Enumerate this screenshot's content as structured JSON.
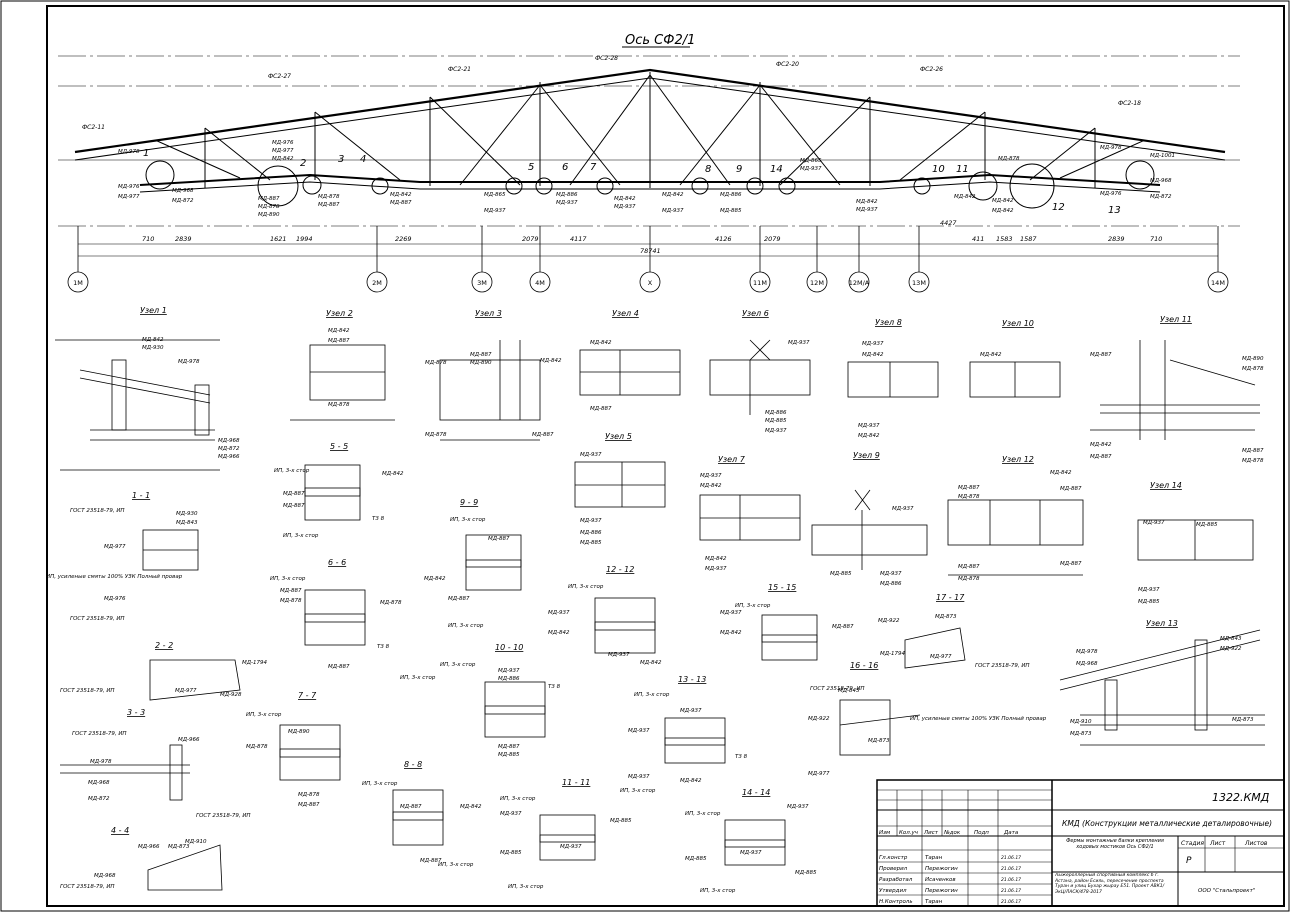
{
  "title": "Ось СФ2/1",
  "axes": [
    "1М",
    "2М",
    "3М",
    "4М",
    "X",
    "11М",
    "12М",
    "12М/А",
    "13М",
    "14М"
  ],
  "truss_members": [
    "ФС2-11",
    "ФС2-27",
    "ФС2-21",
    "ФС2-28",
    "ФС2-20",
    "ФС2-26",
    "ФС2-18"
  ],
  "node_marks": [
    "1",
    "2",
    "3",
    "4",
    "5",
    "6",
    "7",
    "8",
    "9",
    "14",
    "10",
    "11",
    "12",
    "13"
  ],
  "dims": [
    "710",
    "2839",
    "1621",
    "1994",
    "2269",
    "2079",
    "4117",
    "4126",
    "2079",
    "4427",
    "411",
    "1583",
    "1587",
    "2839",
    "710",
    "78741"
  ],
  "detail_titles": [
    "Узел 1",
    "Узел 2",
    "Узел 3",
    "Узел 4",
    "Узел 6",
    "Узел 8",
    "Узел 10",
    "Узел 11",
    "Узел 5",
    "Узел 7",
    "Узел 9",
    "Узел 12",
    "Узел 14",
    "Узел 13"
  ],
  "section_titles": [
    "5 - 5",
    "1 - 1",
    "9 - 9",
    "6 - 6",
    "12 - 12",
    "15 - 15",
    "17 - 17",
    "2 - 2",
    "10 - 10",
    "13 - 13",
    "16 - 16",
    "3 - 3",
    "7 - 7",
    "8 - 8",
    "11 - 11",
    "14 - 14",
    "4 - 4"
  ],
  "parts": [
    "МД-978",
    "МД-976",
    "МД-977",
    "МД-968",
    "МД-872",
    "МД-842",
    "МД-887",
    "МД-878",
    "МД-890",
    "МД-865",
    "МД-937",
    "МД-886",
    "МД-885",
    "МД-922",
    "МД-843",
    "МД-910",
    "МД-873",
    "МД-966",
    "МД-1794",
    "МД-928",
    "МД-1001",
    "МД-930"
  ],
  "notes": {
    "gost": "ГОСТ 23518-79, ИП",
    "weld": "ИП, усиленые смяты 100% УЗК Полный провар",
    "side": "ИП, 3-х стор",
    "t": "Т3 8"
  },
  "stamp": {
    "code": "1322.КМД",
    "title": "КМД (Конструкции металлические деталировочные)",
    "sheet_name": "Фермы монтажные балки крепления ходовых мостиков  Ось СФ2/1",
    "project": "Лыжероллерный спортивный комплекс б г. Астана, район Есиль, пересечение проспекта Туран и улиц Бухар жырау Е51. Проект АВК1/ЭкЦ/ЛАСК/478-2017",
    "company": "ООО \"Стальпроект\"",
    "header": [
      "Изм",
      "Кол.уч",
      "Лист",
      "№док",
      "Подп",
      "Дата"
    ],
    "rows": [
      {
        "role": "Гл.констр",
        "name": "Таран",
        "date": "21.06.17"
      },
      {
        "role": "Проверил",
        "name": "Пережогин",
        "date": "21.06.17"
      },
      {
        "role": "Разработал",
        "name": "Исаченков",
        "date": "21.06.17"
      },
      {
        "role": "Утвердил",
        "name": "Пережогин",
        "date": "21.06.17"
      },
      {
        "role": "Н.Контроль",
        "name": "Таран",
        "date": "21.06.17"
      }
    ],
    "stage_label": "Стадия",
    "sheet_label": "Лист",
    "sheets_label": "Листов",
    "stage": "Р"
  }
}
